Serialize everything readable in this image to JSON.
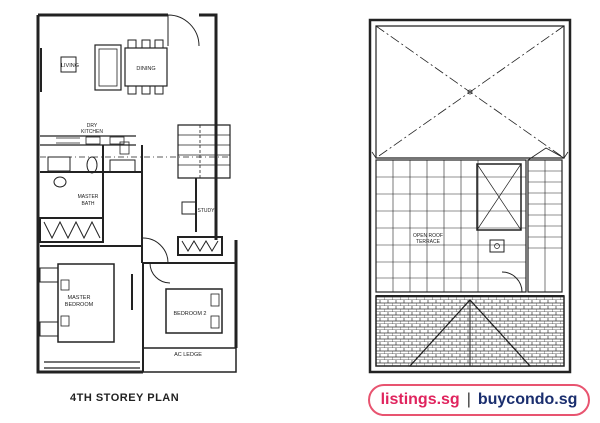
{
  "plan": {
    "caption": "4TH STOREY PLAN",
    "rooms": {
      "living": "LIVING",
      "dining": "DINING",
      "dry_kitchen_line1": "DRY",
      "dry_kitchen_line2": "KITCHEN",
      "master_bath_line1": "MASTER",
      "master_bath_line2": "BATH",
      "study": "STUDY",
      "master_bedroom_line1": "MASTER",
      "master_bedroom_line2": "BEDROOM",
      "bedroom2": "BEDROOM 2",
      "ac_ledge": "AC LEDGE"
    }
  },
  "roof": {
    "terrace_line1": "OPEN ROOF",
    "terrace_line2": "TERRACE"
  },
  "watermark": {
    "brand_a": "listings.sg",
    "separator": "|",
    "brand_b": "buycondo.sg"
  },
  "colors": {
    "line": "#222222",
    "watermark_border": "#e85470",
    "brand_a": "#e0245e",
    "brand_b": "#1a2e6e"
  }
}
